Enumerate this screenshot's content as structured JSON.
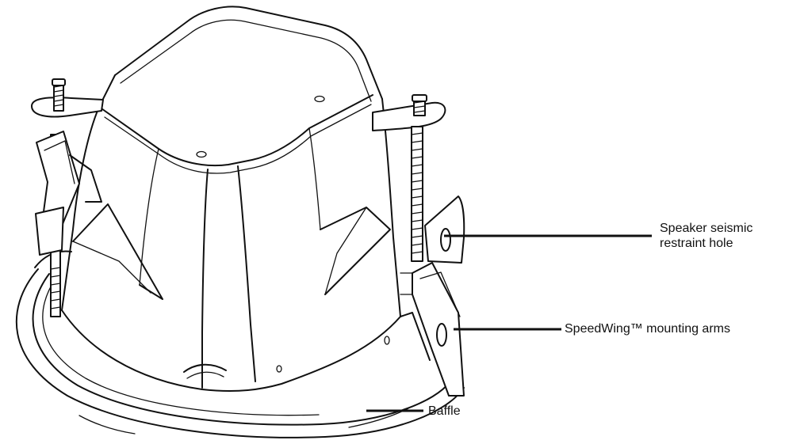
{
  "colors": {
    "line": "#111111",
    "background": "#ffffff"
  },
  "callouts": {
    "seismic_hole": {
      "line1": "Speaker seismic",
      "line2": "restraint hole"
    },
    "mounting_arms": "SpeedWing™ mounting arms",
    "baffle": "Baffle"
  }
}
